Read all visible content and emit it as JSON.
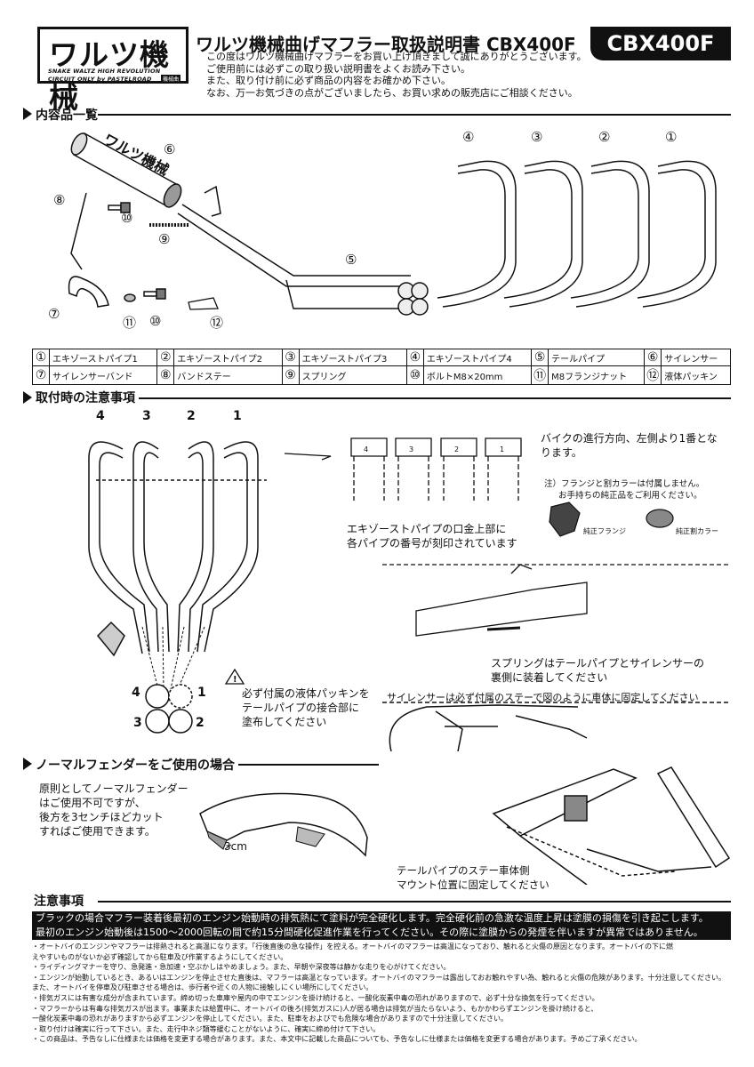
{
  "logo": {
    "main": "ワルツ機械",
    "sub1": "SNAKE WALTZ HIGH REVOLUTION",
    "sub2": "CIRCUIT ONLY by PASTELROAD",
    "badge": "機械曲"
  },
  "header": {
    "title": "ワルツ機械曲げマフラー取扱説明書 CBX400F",
    "model": "CBX400F"
  },
  "intro": [
    "この度はワルツ機械曲げマフラーをお買い上げ頂きまして誠にありがとうございます。",
    "ご使用前には必ずこの取り扱い説明書をよくお読み下さい。",
    "また、取り付け前に必ず商品の内容をお確かめ下さい。",
    "なお、万一お気づきの点がございましたら、お買い求めの販売店にご相談ください。"
  ],
  "contents": {
    "heading": "内容品一覧",
    "labels": {
      "silencer": "⑥",
      "stay": "⑧",
      "bolt_top": "⑩",
      "spring": "⑨",
      "tail": "⑤",
      "band": "⑦",
      "nut": "⑪",
      "bolt_bottom": "⑩",
      "paste": "⑫",
      "p4": "④",
      "p3": "③",
      "p2": "②",
      "p1": "①"
    },
    "silencer_text": "ワルツ機械"
  },
  "parts": [
    [
      {
        "n": "①",
        "t": "エキゾーストパイプ1"
      },
      {
        "n": "②",
        "t": "エキゾーストパイプ2"
      },
      {
        "n": "③",
        "t": "エキゾーストパイプ3"
      },
      {
        "n": "④",
        "t": "エキゾーストパイプ4"
      },
      {
        "n": "⑤",
        "t": "テールパイプ"
      },
      {
        "n": "⑥",
        "t": "サイレンサー"
      }
    ],
    [
      {
        "n": "⑦",
        "t": "サイレンサーバンド"
      },
      {
        "n": "⑧",
        "t": "バンドステー"
      },
      {
        "n": "⑨",
        "t": "スプリング"
      },
      {
        "n": "⑩",
        "t": "ボルトM8×20mm"
      },
      {
        "n": "⑪",
        "t": "M8フランジナット"
      },
      {
        "n": "⑫",
        "t": "液体パッキン"
      }
    ]
  ],
  "install": {
    "heading": "取付時の注意事項",
    "pipe_nums": [
      "4",
      "3",
      "2",
      "1"
    ],
    "flange_nums": [
      "4",
      "3",
      "2",
      "1"
    ],
    "order_text": [
      "バイクの進行方向、左側より1番とな",
      "ります。"
    ],
    "note_flange": [
      "注）フランジと割カラーは付属しません。",
      "お手持ちの純正品をご利用ください。"
    ],
    "flange_label": "純正フランジ",
    "collar_label": "純正割カラー",
    "engraved": [
      "エキゾーストパイプの口金上部に",
      "各パイプの番号が刻印されています"
    ],
    "spring_note": [
      "スプリングはテールパイプとサイレンサーの",
      "裏側に装着してください"
    ],
    "packing_note": [
      "必ず付属の液体パッキンを",
      "テールパイプの接合部に",
      "塗布してください"
    ],
    "merge_nums": {
      "tl": "4",
      "tr": "1",
      "bl": "3",
      "br": "2"
    },
    "stay_note": "サイレンサーは必ず付属のステーで図のように車体に固定してください",
    "mount_note": [
      "テールパイプのステー車体側",
      "マウント位置に固定してください"
    ]
  },
  "fender": {
    "heading": "ノーマルフェンダーをご使用の場合",
    "text": [
      "原則としてノーマルフェンダー",
      "はご使用不可ですが、",
      "後方を3センチほどカット",
      "すればご使用できます。"
    ],
    "cut_label": "3cm"
  },
  "caution": {
    "heading": "注意事項",
    "box": [
      "ブラックの場合マフラー装着後最初のエンジン始動時の排気熱にて塗料が完全硬化します。完全硬化前の急激な温度上昇は塗膜の損傷を引き起こします。",
      "最初のエンジン始動後は1500～2000回転の間で約15分間硬化促進作業を行ってください。その際に塗膜からの発煙を伴いますが異常ではありません。"
    ],
    "lines": [
      "・オートバイのエンジンやマフラーは排熱されると高温になります。「行後直後の急な操作」を控える。オートバイのマフラーは高温になっており、触れると火傷の原因となります。オートバイの下に燃",
      "えやすいものがないか必ず確認してから駐車及び作業するようにしてください。",
      "・ライディングマナーを守り、急発進・急加速・空ぶかしはやめましょう。また、早朝や深夜等は静かな走りを心がけてください。",
      "・エンジンが始動しているとき、あるいはエンジンを停止させた直後は、マフラーは高温となっています。オートバイのマフラーは露出しておお触れやすい為、触れると火傷の危険があります。十分注意してください。",
      "また、オートバイを停車及び駐車させる場合は、歩行者や近くの人物に接触しにくい場所にしてください。",
      "・排気ガスには有害な成分が含まれています。締め切った車庫や屋内の中でエンジンを掛け続けると、一酸化炭素中毒の恐れがありますので、必ず十分な換気を行ってください。",
      "・マフラーからは有毒な排気ガスが出ます。事業または給置中に、オートバイの後ろ(排気ガスに)人が居る場合は排気が当たらないよう、もかかわらずエンジンを掛け続けると、",
      "一酸化炭素中毒の恐れがありますから必ずエンジンを停止してください。また、駐車をおよびでも危険な場合がありますので十分注意してください。",
      "・取り付けは確実に行って下さい。また、走行中ネジ類等緩むことがないように、確実に締め付けて下さい。",
      "・この商品は、予告なしに仕様または価格を変更する場合があります。また、本文中に記載した商品についても、予告なしに仕様または価格を変更する場合があります。予めご了承ください。"
    ]
  }
}
